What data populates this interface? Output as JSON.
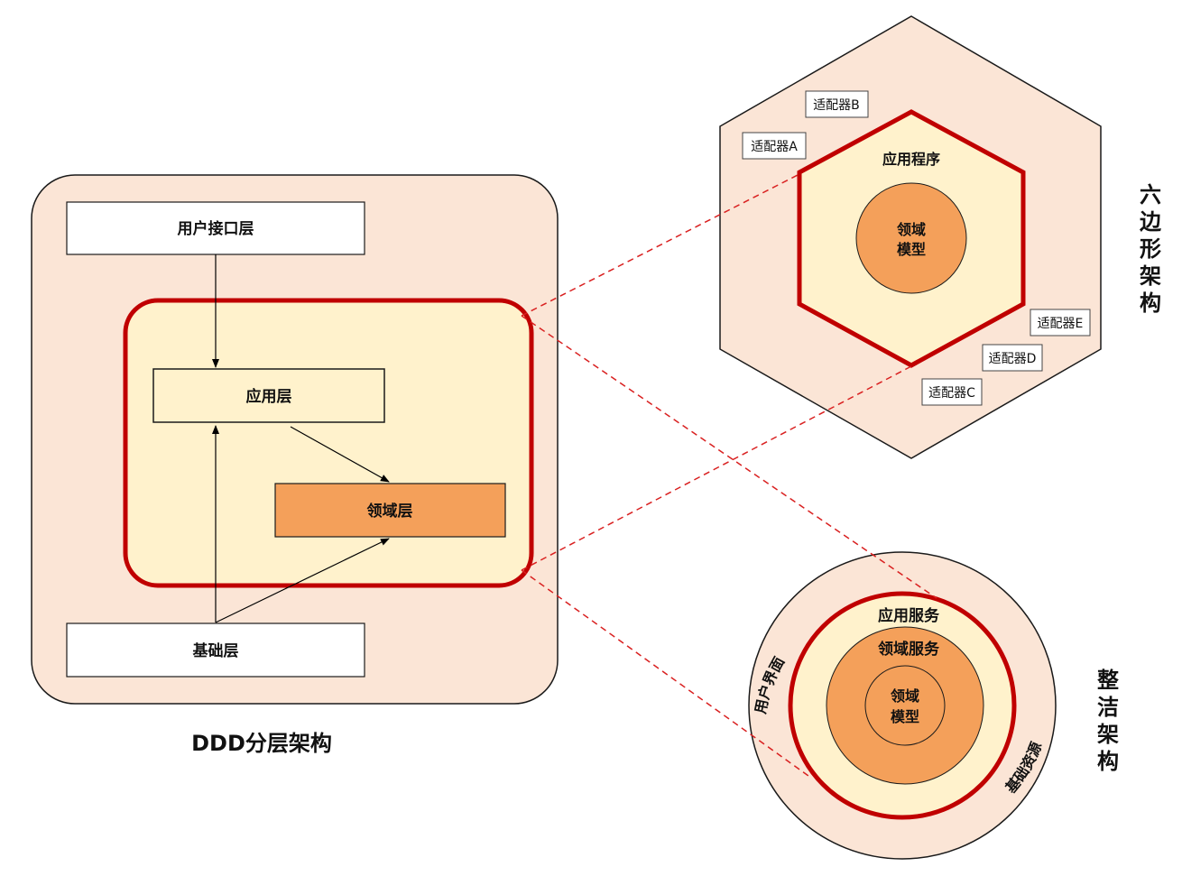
{
  "ddd": {
    "title": "DDD分层架构",
    "user_interface_layer": "用户接口层",
    "application_layer": "应用层",
    "domain_layer": "领域层",
    "infrastructure_layer": "基础层"
  },
  "hexagonal": {
    "title_chars": [
      "六",
      "边",
      "形",
      "架",
      "构"
    ],
    "application": "应用程序",
    "domain_model_lines": [
      "领域",
      "模型"
    ],
    "adapters": {
      "a": "适配器A",
      "b": "适配器B",
      "c": "适配器C",
      "d": "适配器D",
      "e": "适配器E"
    }
  },
  "clean": {
    "title_chars": [
      "整",
      "洁",
      "架",
      "构"
    ],
    "user_interface": "用户界面",
    "infrastructure": "基础资源",
    "application_services": "应用服务",
    "domain_services": "领域服务",
    "domain_model_lines": [
      "领域",
      "模型"
    ]
  },
  "colors": {
    "outer_fill": "#fbe5d6",
    "inner_fill": "#fff2cc",
    "domain_fill": "#f4a05a",
    "highlight_red": "#c00000",
    "dash_red": "#d92020"
  }
}
